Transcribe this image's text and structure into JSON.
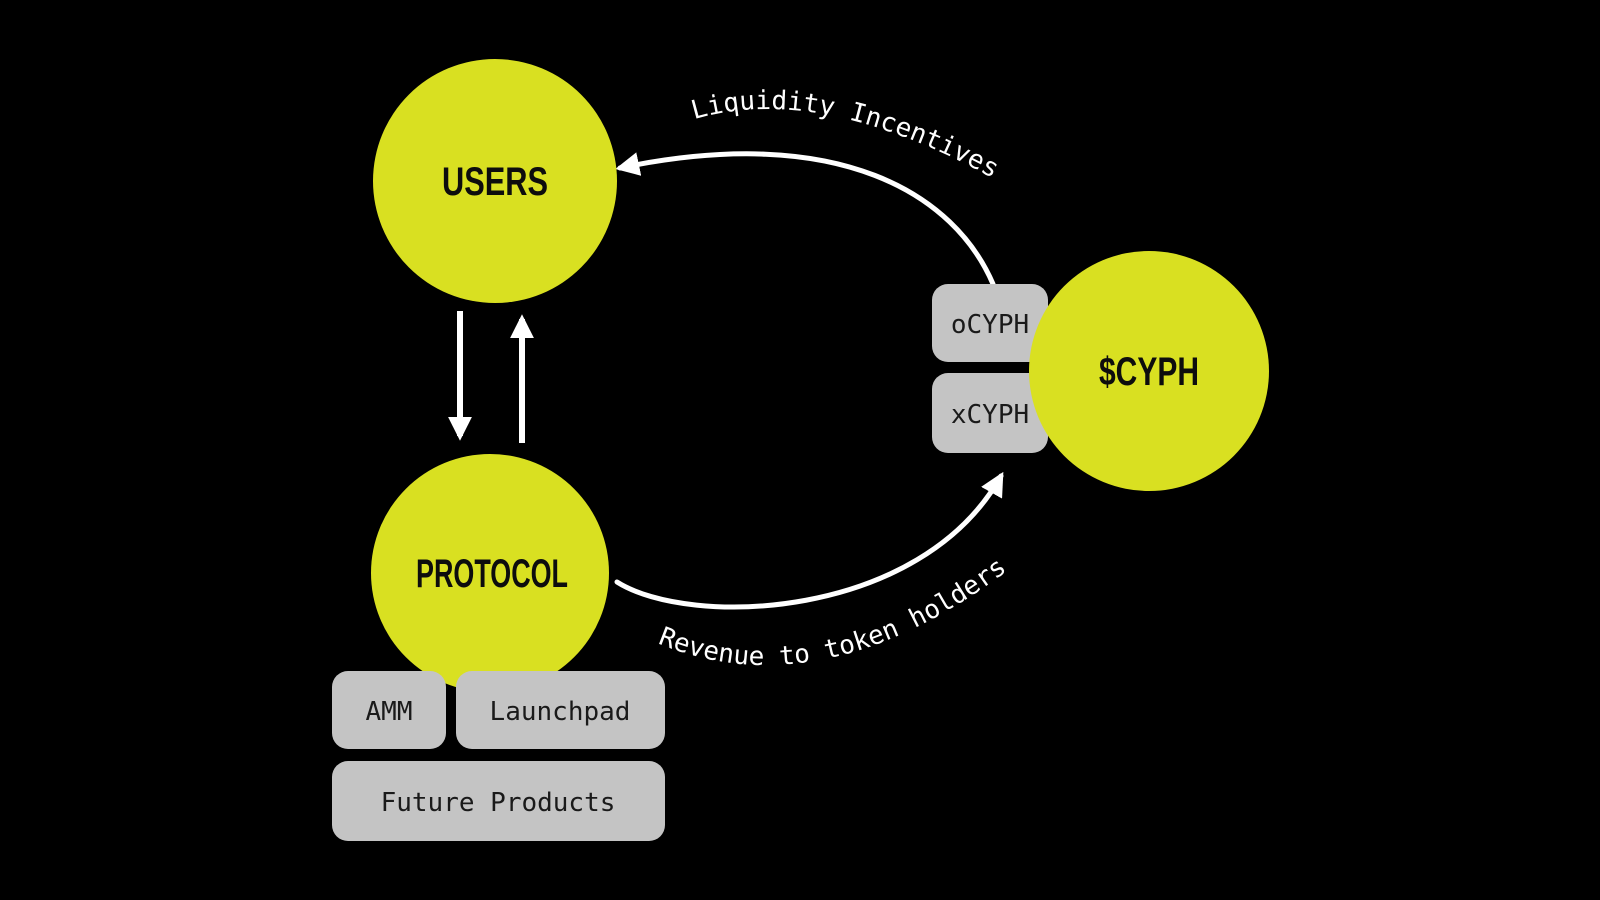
{
  "colors": {
    "background": "#000000",
    "accent": "#d9e021",
    "box": "#c4c4c4",
    "box_text": "#1a1a1a",
    "node_text": "#0d0d0d",
    "arrow": "#ffffff"
  },
  "nodes": {
    "users": "USERS",
    "protocol": "PROTOCOL",
    "cyph": "$CYPH"
  },
  "token_boxes": {
    "ocyph": "oCYPH",
    "xcyph": "xCYPH"
  },
  "product_boxes": {
    "amm": "AMM",
    "launchpad": "Launchpad",
    "future_products": "Future Products"
  },
  "flow_labels": {
    "liquidity": "Liquidity Incentives",
    "revenue": "Revenue to token holders"
  }
}
